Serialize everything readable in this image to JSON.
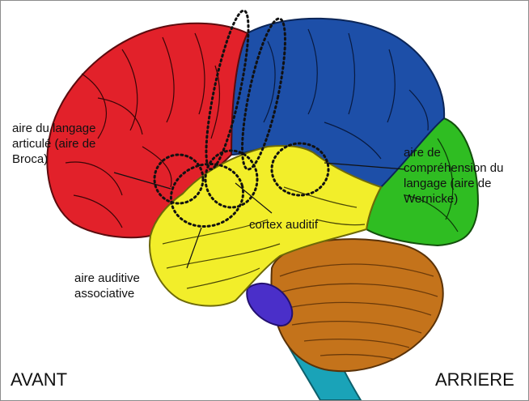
{
  "labels": {
    "broca": "aire du langage\narticulé (aire de\nBroca)",
    "wernicke": "aire de\ncompréhension du\nlangage (aire de\nWernicke)",
    "cortex_auditif": "cortex auditif",
    "aire_auditive_associative": "aire auditive\nassociative"
  },
  "orientation": {
    "front": "AVANT",
    "back": "ARRIERE"
  },
  "colors": {
    "frontal_lobe": "#e2212a",
    "parietal_lobe": "#1d4fa8",
    "occipital_lobe": "#2fbd22",
    "temporal_lobe": "#f2ee2a",
    "cerebellum": "#c4731b",
    "pons": "#4a2fc9",
    "brainstem": "#1aa3b8"
  }
}
